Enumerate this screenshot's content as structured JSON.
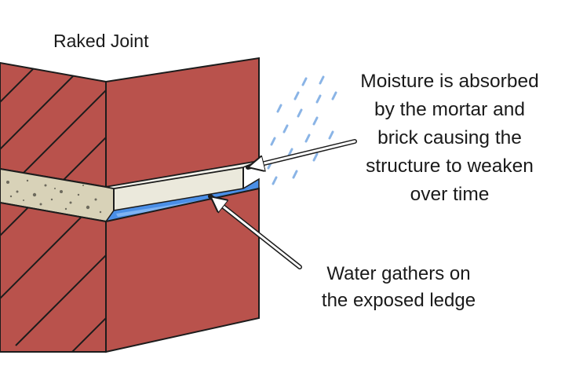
{
  "title": "Raked Joint",
  "annotations": {
    "moisture": {
      "lines": [
        "Moisture is absorbed",
        "by the mortar and",
        "brick causing the",
        "structure to weaken",
        "over time"
      ]
    },
    "water": {
      "lines": [
        "Water gathers on",
        "the exposed ledge"
      ]
    }
  },
  "colors": {
    "brick": "#b9524c",
    "brick_side": "#a9443f",
    "outline": "#1c1c1c",
    "mortar": "#d8d2b8",
    "mortar_recess": "#ebe9dc",
    "water": "#4a8fe7",
    "rain": "#8ab4e6",
    "background": "#ffffff"
  },
  "icons": [
    "rain-drop-icon",
    "arrow-icon"
  ]
}
